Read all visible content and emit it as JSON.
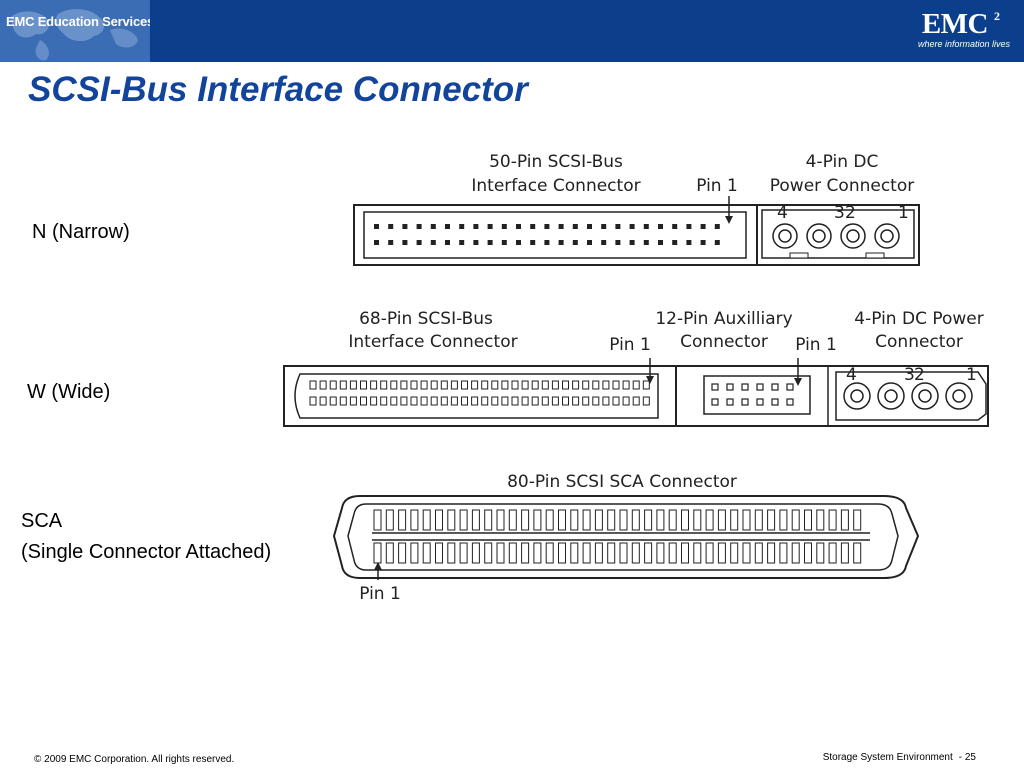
{
  "header": {
    "left_label": "EMC Education Services",
    "logo_text": "EMC",
    "logo_superscript": "2",
    "logo_tagline": "where information lives"
  },
  "slide": {
    "title": "SCSI-Bus Interface Connector"
  },
  "rows": [
    {
      "label_lines": [
        "N (Narrow)"
      ]
    },
    {
      "label_lines": [
        "W (Wide)"
      ]
    },
    {
      "label_lines": [
        "SCA",
        "(Single Connector Attached)"
      ]
    }
  ],
  "diagram": {
    "narrow": {
      "bus_caption": [
        "50-Pin SCSI-Bus",
        "Interface Connector"
      ],
      "pin1": "Pin 1",
      "power_caption": [
        "4-Pin DC",
        "Power Connector"
      ],
      "power_pin_numbers": [
        "4",
        "3",
        "2",
        "1"
      ]
    },
    "wide": {
      "bus_caption": [
        "68-Pin SCSI-Bus",
        "Interface Connector"
      ],
      "pin1_bus": "Pin 1",
      "aux_caption": [
        "12-Pin Auxilliary",
        "Connector"
      ],
      "pin1_aux": "Pin 1",
      "power_caption": [
        "4-Pin DC Power",
        "Connector"
      ],
      "power_pin_numbers": [
        "4",
        "3",
        "2",
        "1"
      ]
    },
    "sca": {
      "caption": "80-Pin SCSI SCA Connector",
      "pin1": "Pin 1"
    }
  },
  "footer": {
    "copyright": "© 2009 EMC Corporation. All rights reserved.",
    "section": "Storage System Environment",
    "page": "- 25"
  }
}
